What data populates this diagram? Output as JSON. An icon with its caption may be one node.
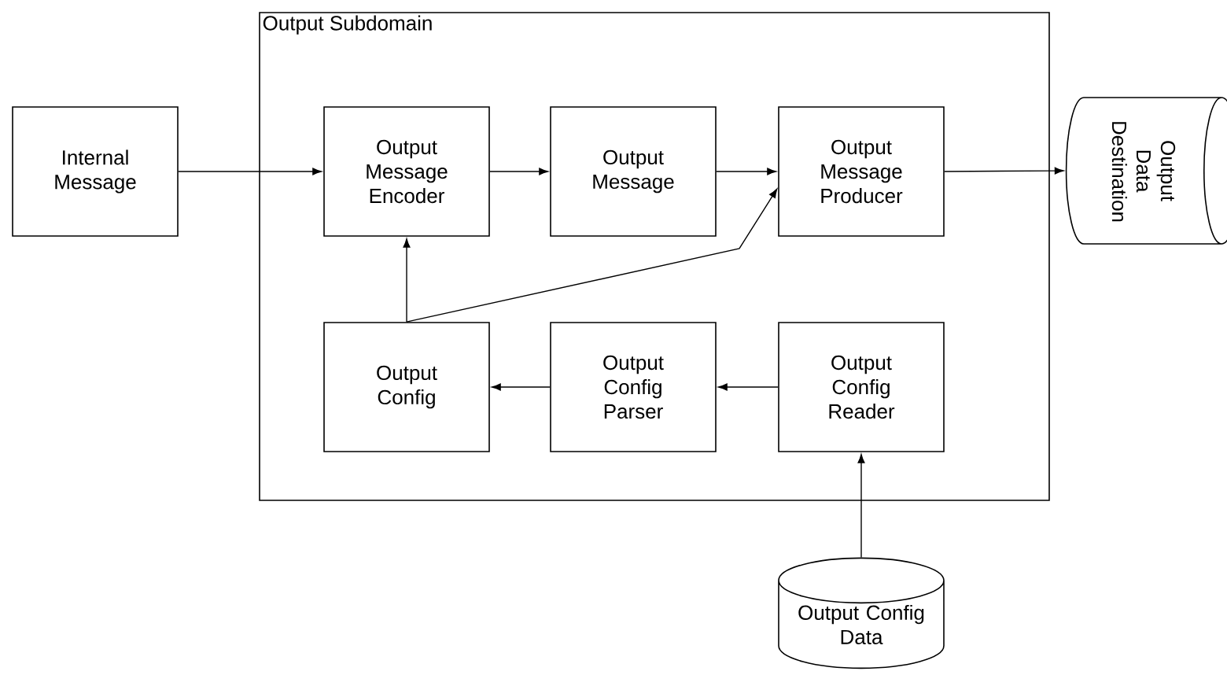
{
  "diagram": {
    "nodes": [
      {
        "text": [
          "Output Subdomain"
        ]
      },
      {
        "text": [
          "Internal Message"
        ]
      },
      {
        "text": [
          "Output Message Encoder"
        ],
        "in": 0
      },
      {
        "text": [
          "Output Message"
        ],
        "in": 0
      },
      {
        "text": [
          "Output Message Producer"
        ],
        "in": 0
      },
      {
        "text": [
          "Output Data Destination"
        ]
      },
      {
        "text": [
          "Output Config"
        ],
        "in": 0
      },
      {
        "text": [
          "Output Config Parser"
        ],
        "in": 0
      },
      {
        "text": [
          "Output Config Reader"
        ],
        "in": 0
      },
      {
        "text": [
          "Output Config Data"
        ]
      }
    ],
    "edges": [
      {
        "from": 1,
        "to": 2,
        "arrow": "to"
      },
      {
        "from": 2,
        "to": 3,
        "arrow": "to"
      },
      {
        "from": 3,
        "to": 4,
        "arrow": "to"
      },
      {
        "from": 4,
        "to": 5,
        "arrow": "to"
      },
      {
        "from": 6,
        "to": 2,
        "arrow": "to"
      },
      {
        "from": 6,
        "to": 4,
        "arrow": "to"
      },
      {
        "from": 7,
        "to": 6,
        "arrow": "to"
      },
      {
        "from": 8,
        "to": 7,
        "arrow": "to"
      },
      {
        "from": 9,
        "to": 8,
        "arrow": "to"
      }
    ]
  }
}
